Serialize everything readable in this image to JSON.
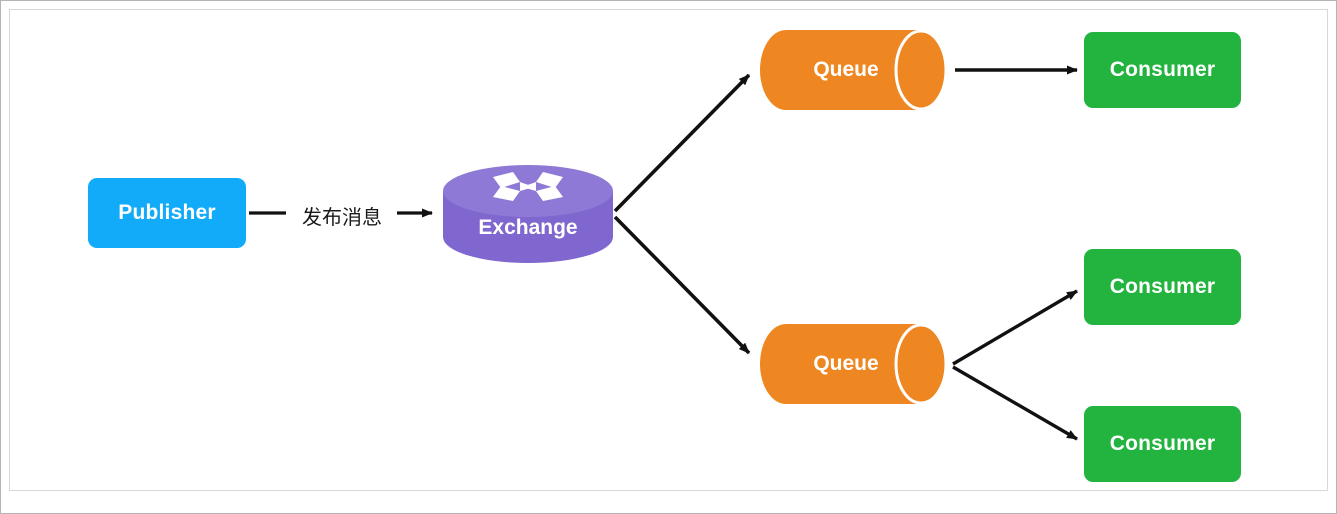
{
  "diagram": {
    "title": "RabbitMQ fanout exchange topology",
    "background": "#ffffff",
    "frame_color": "#b4b4b4",
    "inner_frame_color": "#d8d8d8",
    "colors": {
      "publisher": "#12abfa",
      "exchange": "#8067cf",
      "exchange_top": "#8f79d6",
      "queue": "#ee8722",
      "consumer": "#22b43f",
      "arrow": "#111111",
      "label_text": "#1a1a1a",
      "node_text": "#ffffff"
    },
    "nodes": {
      "publisher": {
        "label": "Publisher",
        "shape": "rounded-rect"
      },
      "exchange": {
        "label": "Exchange",
        "shape": "cylinder-vertical",
        "icon": "shuffle-arrows-icon"
      },
      "queue_top": {
        "label": "Queue",
        "shape": "cylinder-horizontal"
      },
      "queue_bottom": {
        "label": "Queue",
        "shape": "cylinder-horizontal"
      },
      "consumer_top": {
        "label": "Consumer",
        "shape": "rounded-rect"
      },
      "consumer_middle": {
        "label": "Consumer",
        "shape": "rounded-rect"
      },
      "consumer_bottom": {
        "label": "Consumer",
        "shape": "rounded-rect"
      }
    },
    "edges": [
      {
        "id": "publisher-to-exchange",
        "from": "publisher",
        "to": "exchange",
        "label": "发布消息",
        "arrow": true
      },
      {
        "id": "exchange-to-queue-top",
        "from": "exchange",
        "to": "queue_top",
        "label": "",
        "arrow": true
      },
      {
        "id": "exchange-to-queue-bottom",
        "from": "exchange",
        "to": "queue_bottom",
        "label": "",
        "arrow": true
      },
      {
        "id": "queue-top-to-consumer-top",
        "from": "queue_top",
        "to": "consumer_top",
        "label": "",
        "arrow": true
      },
      {
        "id": "queue-bottom-to-consumer-middle",
        "from": "queue_bottom",
        "to": "consumer_middle",
        "label": "",
        "arrow": true
      },
      {
        "id": "queue-bottom-to-consumer-bottom",
        "from": "queue_bottom",
        "to": "consumer_bottom",
        "label": "",
        "arrow": true
      }
    ]
  }
}
